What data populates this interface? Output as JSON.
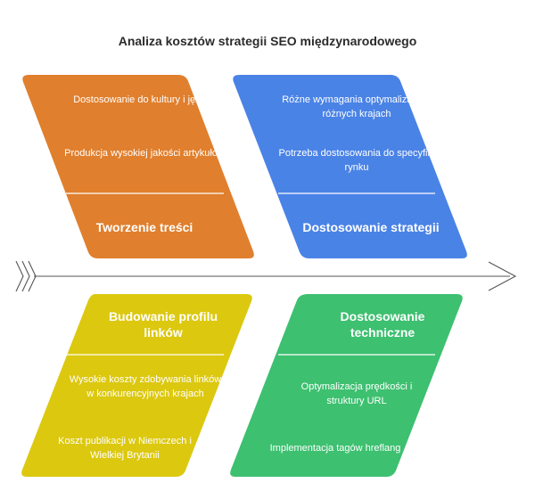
{
  "title": "Analiza kosztów strategii SEO międzynarodowego",
  "colors": {
    "tworzenie": "#e07f2d",
    "strategia": "#4a83e6",
    "linki": "#dcc80f",
    "techniczne": "#3dc070",
    "arrow": "#555555"
  },
  "categories": [
    {
      "heading": "Tworzenie treści",
      "items": [
        "Dostosowanie do kultury i języka",
        "Produkcja wysokiej jakości artykułów"
      ]
    },
    {
      "heading": "Dostosowanie strategii",
      "items": [
        "Różne wymagania optymalizacji w różnych krajach",
        "Potrzeba dostosowania do specyfiki rynku"
      ]
    },
    {
      "heading": "Budowanie profilu linków",
      "items": [
        "Wysokie koszty zdobywania linków w konkurencyjnych krajach",
        "Koszt publikacji w Niemczech i Wielkiej Brytanii"
      ]
    },
    {
      "heading": "Dostosowanie techniczne",
      "items": [
        "Optymalizacja prędkości i struktury URL",
        "Implementacja tagów hreflang"
      ]
    }
  ]
}
